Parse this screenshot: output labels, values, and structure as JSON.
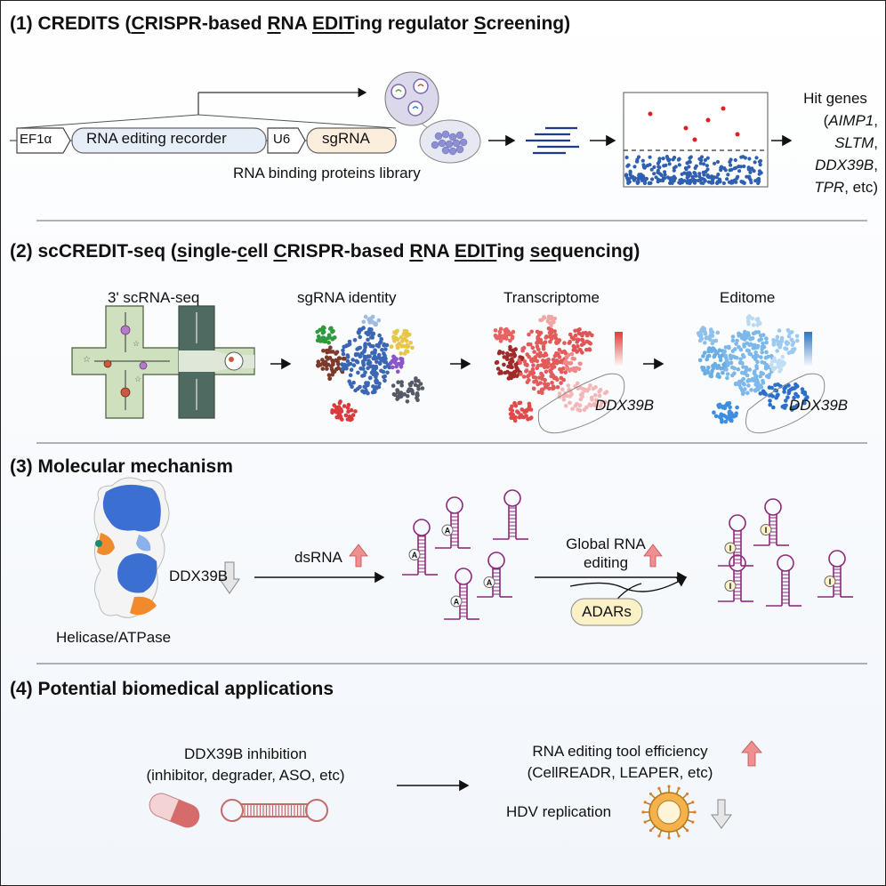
{
  "sections": {
    "s1": {
      "title_parts": [
        {
          "t": "(1) CREDITS (",
          "u": false
        },
        {
          "t": "C",
          "u": true
        },
        {
          "t": "RISPR-based ",
          "u": false
        },
        {
          "t": "R",
          "u": true
        },
        {
          "t": "NA ",
          "u": false
        },
        {
          "t": "EDIT",
          "u": true
        },
        {
          "t": "ing regulator ",
          "u": false
        },
        {
          "t": "S",
          "u": true
        },
        {
          "t": "creening)",
          "u": false
        }
      ],
      "construct": {
        "promoter": "EF1α",
        "recorder": "RNA editing recorder",
        "u6": "U6",
        "sgrna": "sgRNA"
      },
      "library_label": "RNA binding proteins library",
      "hit_genes": {
        "head": "Hit genes",
        "g1": "AIMP1",
        "g2": "SLTM",
        "g3": "DDX39B",
        "g4": "TPR",
        "tail": ", etc)"
      }
    },
    "s2": {
      "title_parts": [
        {
          "t": "(2) scCREDIT-seq (",
          "u": false
        },
        {
          "t": "s",
          "u": true
        },
        {
          "t": "ingle-",
          "u": false
        },
        {
          "t": "c",
          "u": true
        },
        {
          "t": "ell ",
          "u": false
        },
        {
          "t": "C",
          "u": true
        },
        {
          "t": "RISPR-based ",
          "u": false
        },
        {
          "t": "R",
          "u": true
        },
        {
          "t": "NA ",
          "u": false
        },
        {
          "t": "EDIT",
          "u": true
        },
        {
          "t": "ing ",
          "u": false
        },
        {
          "t": "seq",
          "u": true
        },
        {
          "t": "uencing)",
          "u": false
        }
      ],
      "steps": [
        "3' scRNA-seq",
        "sgRNA identity",
        "Transcriptome",
        "Editome"
      ],
      "gene_label": "DDX39B"
    },
    "s3": {
      "title": "(3) Molecular mechanism",
      "protein_label": "Helicase/ATPase",
      "gene": "DDX39B",
      "dsrna": "dsRNA",
      "global_line1": "Global RNA",
      "global_line2": "editing",
      "adars": "ADARs",
      "base_a": "A",
      "base_i": "I"
    },
    "s4": {
      "title": "(4) Potential biomedical applications",
      "inhibition_line1": "DDX39B inhibition",
      "inhibition_line2": "(inhibitor, degrader, ASO, etc)",
      "tool_line1": "RNA editing tool efficiency",
      "tool_line2": "(CellREADR, LEAPER, etc)",
      "hdv": "HDV replication"
    }
  },
  "colors": {
    "accent_red": "#e23b3b",
    "dot_blue": "#2f5fb0",
    "up_arrow": "#f08f8f",
    "down_arrow": "#bfbfbf",
    "rna_magenta": "#8c2a7a",
    "adar_fill": "#fbf1c7",
    "channel_green": "#cfe0bf",
    "channel_dark": "#4f6a60"
  },
  "icons": [
    "arrow-right-icon",
    "up-arrow-icon",
    "down-arrow-icon",
    "pill-icon",
    "aso-hairpin-icon",
    "virus-icon",
    "protein-structure-icon",
    "microfluidic-chip-icon"
  ]
}
